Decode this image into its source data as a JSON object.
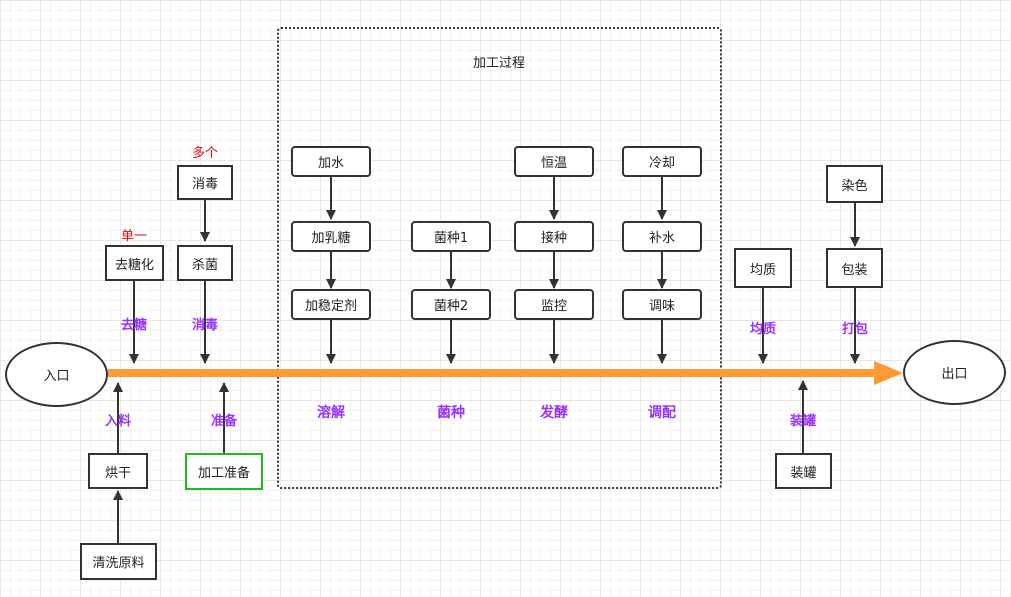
{
  "diagram": {
    "group_title": "加工过程",
    "nodes": {
      "entry": "入口",
      "exit": "出口",
      "desugar": "去糖化",
      "sterilize": "杀菌",
      "disinfect": "消毒",
      "dry": "烘干",
      "wash": "清洗原料",
      "prep": "加工准备",
      "add_water": "加水",
      "add_lactose": "加乳糖",
      "add_stabilizer": "加稳定剂",
      "strain1": "菌种1",
      "strain2": "菌种2",
      "const_temp": "恒温",
      "inoculate": "接种",
      "monitor": "监控",
      "cool": "冷却",
      "replenish": "补水",
      "season": "调味",
      "homogenize": "均质",
      "dye": "染色",
      "package": "包装",
      "canning": "装罐"
    },
    "edge_labels": {
      "desugar": "去糖",
      "disinfect": "消毒",
      "feed": "入料",
      "prepare": "准备",
      "homogenize": "均质",
      "pack": "打包",
      "canning": "装罐"
    },
    "stage_labels": {
      "dissolve": "溶解",
      "strain": "菌种",
      "ferment": "发酵",
      "blend": "调配"
    },
    "annotations": {
      "single": "单一",
      "multiple": "多个"
    },
    "colors": {
      "main_arrow": "#ff9933",
      "edge_label": "#9933ff",
      "annotation": "#dd1111",
      "prep_border": "#22bb22"
    }
  }
}
